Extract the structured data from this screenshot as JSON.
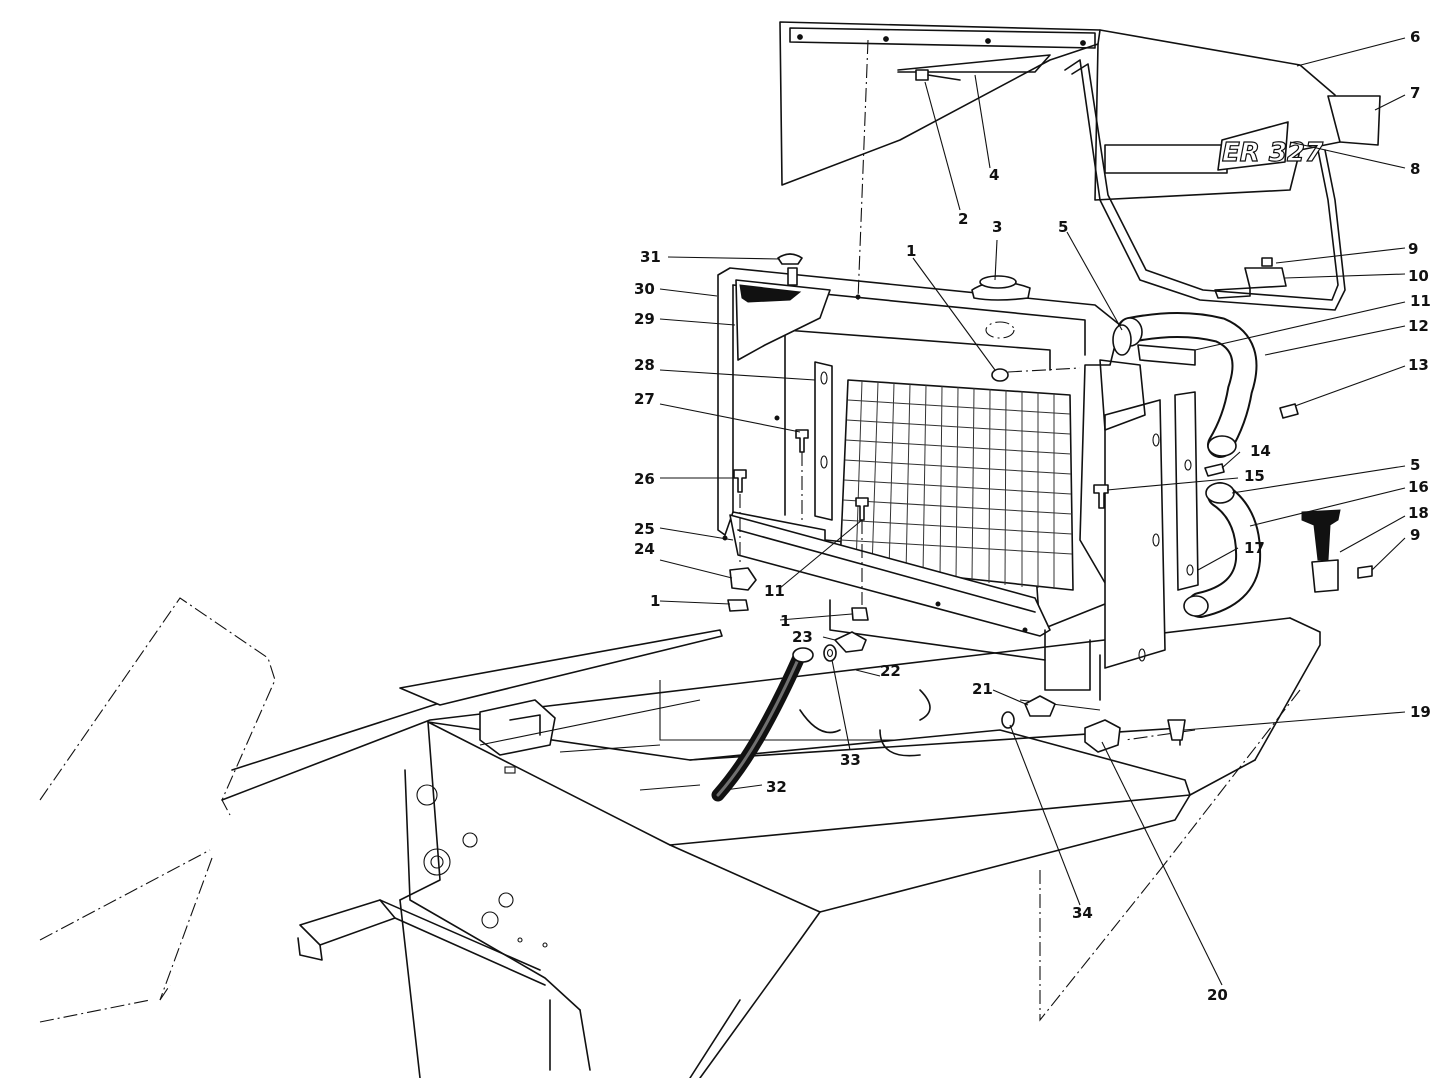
{
  "hood_brand_text": "ER 327",
  "callouts": {
    "c1a": "1",
    "c1b": "1",
    "c1c": "1",
    "c2": "2",
    "c3": "3",
    "c4": "4",
    "c5a": "5",
    "c5b": "5",
    "c6": "6",
    "c7": "7",
    "c8": "8",
    "c9a": "9",
    "c9b": "9",
    "c10": "10",
    "c11a": "11",
    "c11b": "11",
    "c12": "12",
    "c13": "13",
    "c14": "14",
    "c15": "15",
    "c16": "16",
    "c17": "17",
    "c18": "18",
    "c19": "19",
    "c20": "20",
    "c21": "21",
    "c22": "22",
    "c23": "23",
    "c24": "24",
    "c25": "25",
    "c26": "26",
    "c27": "27",
    "c28": "28",
    "c29": "29",
    "c30": "30",
    "c31": "31",
    "c32": "32",
    "c33": "33",
    "c34": "34"
  }
}
